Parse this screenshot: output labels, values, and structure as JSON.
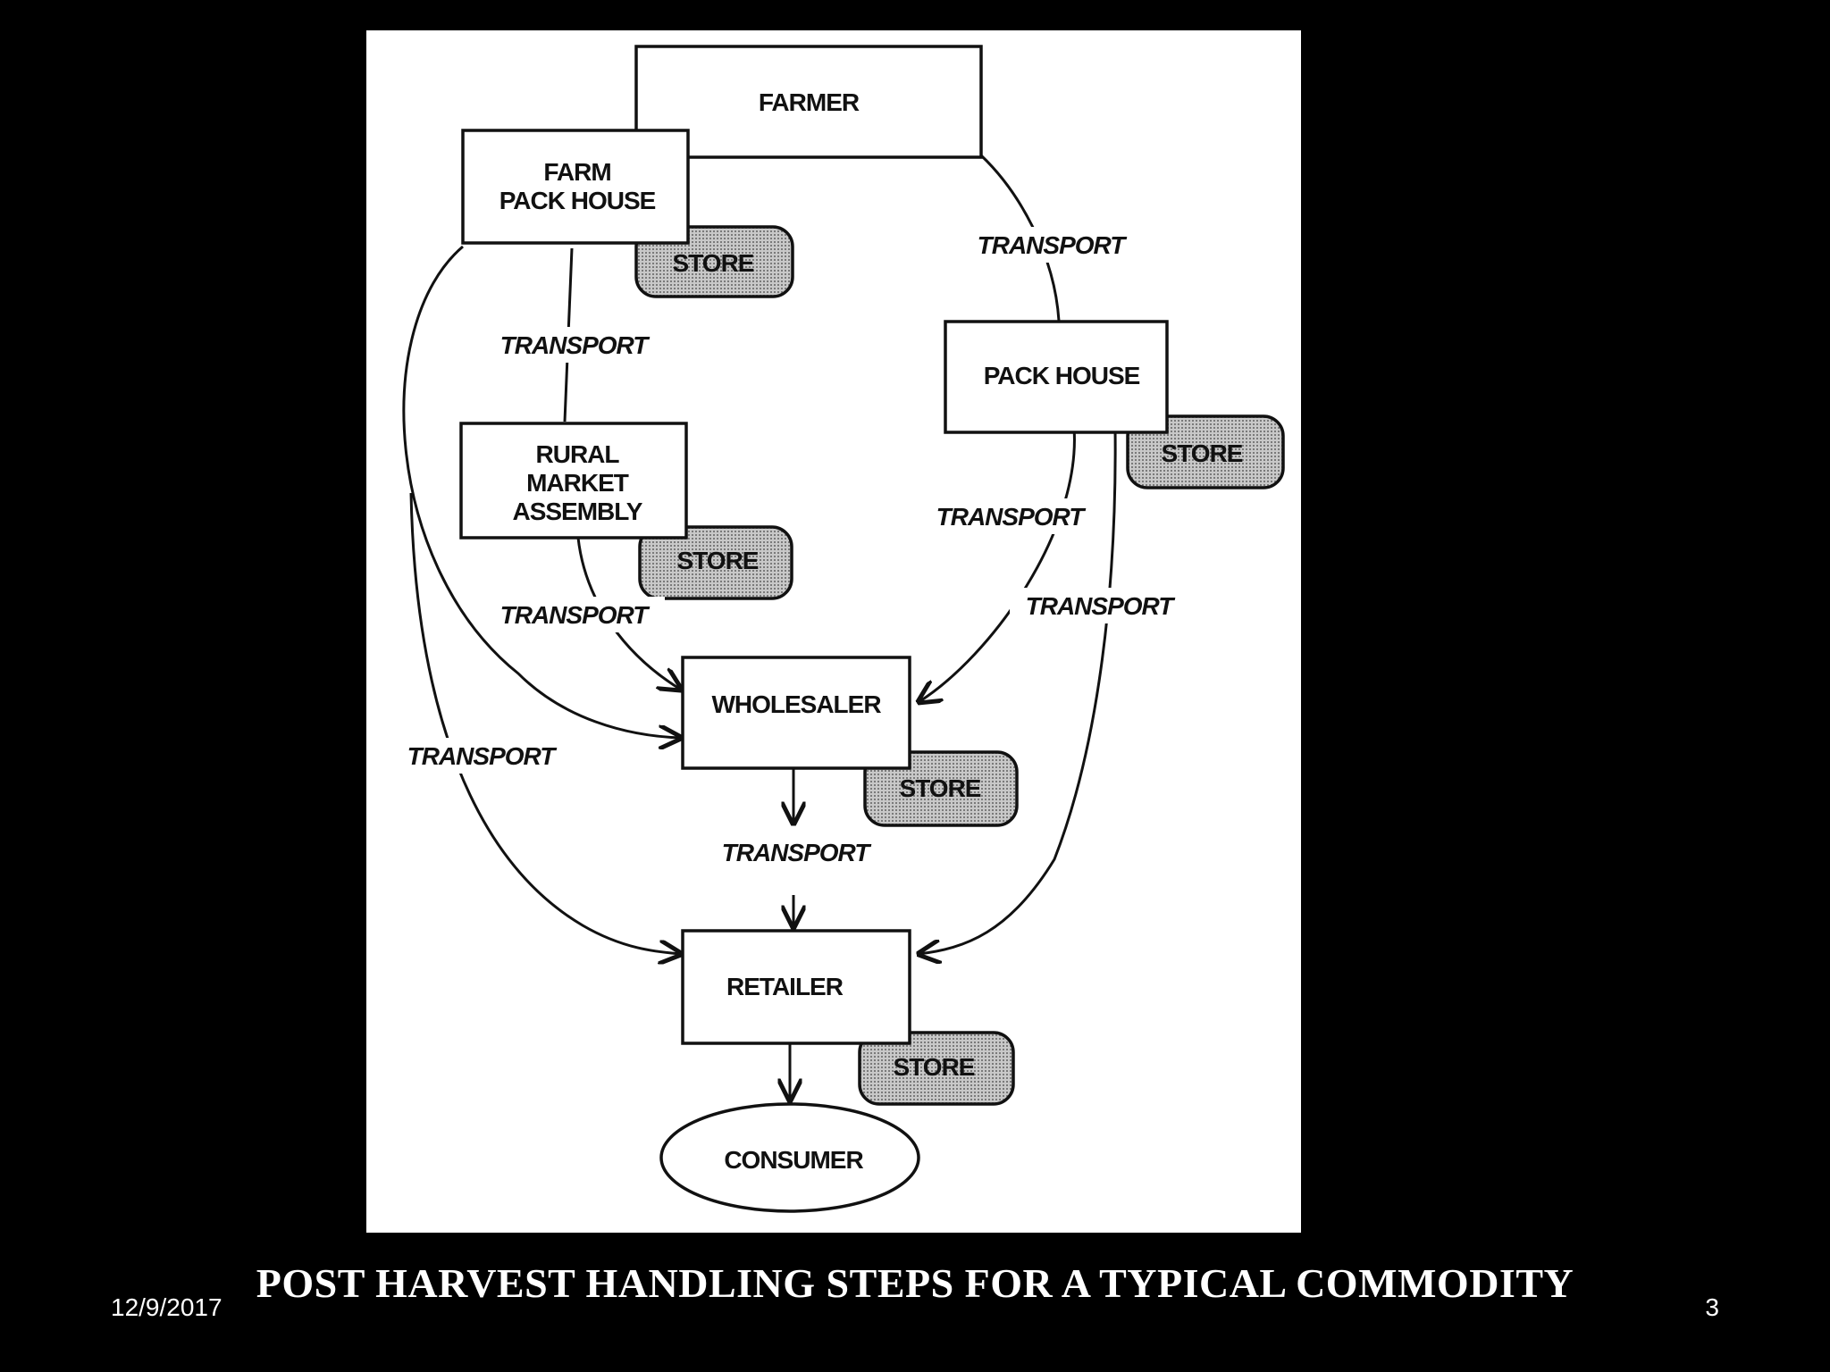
{
  "diagram": {
    "nodes": {
      "farmer": [
        "FARMER"
      ],
      "farm_pack_house": [
        "FARM",
        "PACK HOUSE"
      ],
      "pack_house": [
        "PACK HOUSE"
      ],
      "rural_market_assembly": [
        "RURAL",
        "MARKET",
        "ASSEMBLY"
      ],
      "wholesaler": [
        "WHOLESALER"
      ],
      "retailer": [
        "RETAILER"
      ],
      "consumer": [
        "CONSUMER"
      ]
    },
    "store_label": "STORE",
    "transport_label": "TRANSPORT"
  },
  "caption": "POST HARVEST HANDLING STEPS FOR A TYPICAL COMMODITY",
  "footer": {
    "date": "12/9/2017",
    "page_number": "3"
  }
}
